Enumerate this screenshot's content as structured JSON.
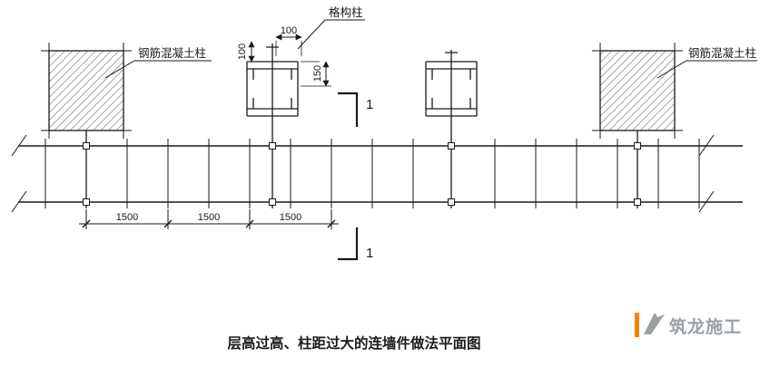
{
  "title": "层高过高、柱距过大的连墙件做法平面图",
  "watermark": {
    "text": "筑龙施工"
  },
  "labels": {
    "concrete_left": "钢筋混凝土柱",
    "concrete_right": "钢筋混凝土柱",
    "lattice": "格构柱",
    "section_top": "1",
    "section_bottom": "1"
  },
  "dims": {
    "h100": "100",
    "v100": "100",
    "v150": "150",
    "span1": "1500",
    "span2": "1500",
    "span3": "1500"
  },
  "colors": {
    "line": "#1a1a1a",
    "accent": "#f08300",
    "watermark_gray": "#9aa0a6"
  }
}
